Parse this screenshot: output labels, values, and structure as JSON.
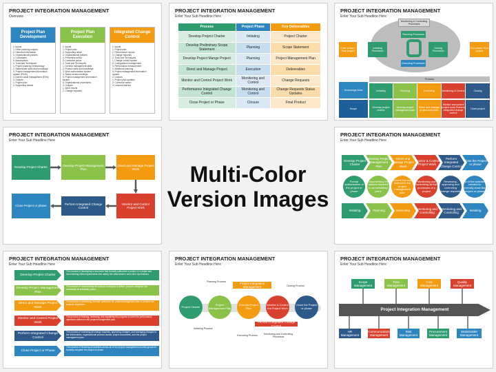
{
  "slides": [
    {
      "title": "PROJECT INTEGRATION MANAGEMENT",
      "subtitle": "Overview",
      "columns": [
        {
          "heading": "Project Plan Development",
          "color": "#2e86c1",
          "text": "1. Inputs\n   1. Other planning outputs\n   2. Historical information\n   3. Organizational policies\n   4. Constraints\n   5. Assumptions\n2. Tools and Techniques\n   1. Project planning methodology\n   2. Stakeholder skills and knowledge\n   3. Project management information system (PMIS)\n   4. Earned value management (EVM)\n3. Outputs\n   1. Project plan\n   2. Supporting details"
        },
        {
          "heading": "Project Plan Execution",
          "color": "#8bc34a",
          "text": "1. Inputs\n   1. Project plan\n   2. Supporting detail\n   3. Organizational policies\n   4. Preventive action\n   5. Corrective action\n2. Tools and Techniques\n   1. General management skills\n   2. Product skills and knowledge\n   3. Work authorization system\n   4. Status review meetings\n   5. Project management information system\n   6. Organizational procedures\n3. Outputs\n   1. Work results\n   2. Change requests"
        },
        {
          "heading": "Integrated Change Control",
          "color": "#f39c12",
          "text": "1. Inputs\n   1. Project plan\n   2. Performance reports\n   3. Change requests\n2. Tools and Techniques\n   1. Change control system\n   2. Configuration management\n   3. Performance measurement\n   4. Additional planning\n   5. Project management information system\n3. Outputs\n   1. Project plan updates\n   2. Corrective action\n   3. Lessons learned"
        }
      ]
    },
    {
      "title": "PROJECT INTEGRATION MANAGEMENT",
      "subtitle": "Enter Your Sub Headline Here",
      "headers": [
        "Process",
        "Project Phase",
        "Key Deliverables"
      ],
      "rows": [
        [
          "Develop Project Charter",
          "Initiating",
          "Project Charter"
        ],
        [
          "Develop Preliminary Scope Statement",
          "Planning",
          "Scope Statement"
        ],
        [
          "Develop Project Mange Project",
          "Planning",
          "Project Management Plan"
        ],
        [
          "Direct and Manage Project",
          "Execution",
          "Deliverables"
        ],
        [
          "Monitor and Control Project Work",
          "Monitoring and Control",
          "Change Requests"
        ],
        [
          "Performance Integrated Change Control",
          "Monitoring and Control",
          "Change Requests Status Updates"
        ],
        [
          "Close Project or Phase",
          "Closure",
          "Final Product"
        ]
      ]
    },
    {
      "title": "PROJECT INTEGRATION MANAGEMENT",
      "subtitle": "Enter Your Sub Headline Here",
      "top_labels": {
        "monitoring": "Monitoring & Controlling Processes",
        "planning": "Planning Processes",
        "executing": "Executing Processes"
      },
      "flow": [
        "Enter phase / Start project",
        "Initiating Processes",
        "Closing Processes",
        "Exit phase / End project"
      ],
      "process_label": "Process",
      "knowledge_label": "Knowledge Area",
      "scope_label": "Scope",
      "phases": [
        "Initiating",
        "Planning",
        "Executing",
        "Monitoring & Control",
        "Closing"
      ],
      "scope_items": [
        "Develop project charter",
        "Develop project management plan",
        "Direct and manage project execution",
        "Monitor and control project work Perform integrated change control",
        "Close project"
      ]
    },
    {
      "title": "PROJECT INTEGRATION MANAGEMENT",
      "subtitle": "Enter Your Sub Headline Here",
      "boxes": [
        "Develop Project Charter",
        "Develop Project Management Plan",
        "Direct and Manage Project Work",
        "Monitor and Control Project Work",
        "Perform Integrated Change Control",
        "Close Project or phase"
      ]
    },
    {
      "title": "PROJECT INTEGRATION MANAGEMENT",
      "subtitle": "Enter Your Sub Headline Here",
      "chevrons": [
        "Develop Project Charter",
        "Develop Project Management Plan",
        "Direct and Manage Project Work",
        "Monitor & Control Project Work",
        "Perform Integrated Change Control",
        "Close the Project or phase"
      ],
      "circles": [
        "Formal authorization of the project or phase",
        "Documenting the actions required to all subsidiary plans",
        "Perform the work defined in the project management plan",
        "Monitoring and controlling all the processes of a project",
        "Reviewing, approving and controlling change requests",
        "All of the activities needed to formally close the project or phase"
      ],
      "bottom": [
        "Initiating",
        "Planning",
        "Executing",
        "Monitoring and Controlling",
        "Monitoring and Controlling",
        "Initiating"
      ]
    },
    {
      "title": "PROJECT INTEGRATION MANAGEMENT",
      "subtitle": "Enter Your Sub Headline Here",
      "rows": [
        {
          "label": "Develop Project Charter",
          "desc": "The process of developing a document that formally authorizes a project or a phase and documenting initial requirements that satisfy the stakeholder's need and expectations."
        },
        {
          "label": "Develop Project Management Plan",
          "desc": "The process of documenting the actions necessary to define, prepare, integrate and coordinate all subsidiary plans."
        },
        {
          "label": "Direct and Manage Project Work",
          "desc": "The process of performing the work defined in the project management plan to achieve the project's objectives."
        },
        {
          "label": "Monitor and Control Project Work",
          "desc": "The process of tracking, reviewing, and regulating the progress to meet the performance objectives defined in the project management plan."
        },
        {
          "label": "Perform Integrated Change Control",
          "desc": "The process of reviewing all change requests, approving changes, and managing changes to the deliverables, organizational process assets, project documents, and the project management plan."
        },
        {
          "label": "Close Project or Phase",
          "desc": "The process of finalizing all activities across all of the project management process groups to formally complete the project or phase."
        }
      ]
    },
    {
      "title": "PROJECT INTEGRATION MANAGEMENT",
      "subtitle": "Enter Your Sub Headline Here",
      "banner": "Project Integration Management",
      "labels": {
        "planning": "Planning Process",
        "closing": "Closing Process",
        "initiating": "Initiating Process",
        "executing": "Executing Process",
        "monitoring": "Monitoring and Controlling Processes",
        "change": "Perform Integrated Change Control"
      },
      "circles": [
        "Project Charter",
        "Project Management Plan",
        "Execute Project Plan",
        "Monitor & Control the Project Work",
        "Close the Project or phase"
      ]
    },
    {
      "title": "PROJECT INTEGRATION MANAGEMENT",
      "subtitle": "Enter Your Sub Headline Here",
      "arrow_label": "Project Integration Management",
      "top": [
        "Scope Management",
        "Time Management",
        "Cost Management",
        "Quality Management"
      ],
      "bottom": [
        "HR Management",
        "Communication Management",
        "Risk Management",
        "Procurement Management",
        "Stakeholder Management"
      ]
    }
  ],
  "center_text": "Multi-Color Version Images"
}
